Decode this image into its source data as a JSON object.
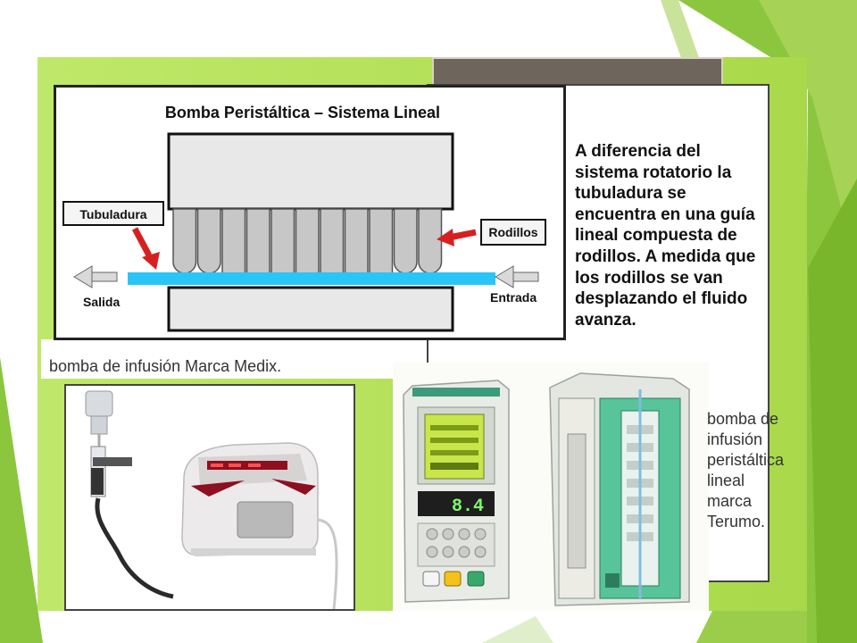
{
  "diagram": {
    "title": "Bomba Peristáltica – Sistema Lineal",
    "labels": {
      "tubing": "Tubuladura",
      "rollers": "Rodillos",
      "outlet": "Salida",
      "inlet": "Entrada"
    }
  },
  "description": "A diferencia del sistema rotatorio la tubuladura se encuentra en una guía lineal compuesta de rodillos. A medida que los rodillos se van desplazando el fluido avanza.",
  "medix_caption": "bomba de infusión  Marca Medix.",
  "terumo_caption": "bomba de infusión peristáltica lineal marca Terumo.",
  "device_display": {
    "readout": "8.4"
  },
  "colors": {
    "slide_green": "#8cc63f",
    "fluid_cyan": "#29c5f6",
    "arrow_red": "#d62020"
  }
}
